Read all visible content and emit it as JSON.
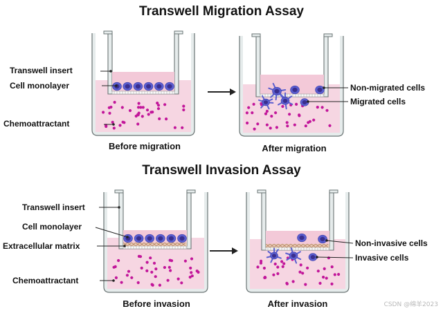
{
  "titles": {
    "migration": "Transwell Migration Assay",
    "invasion": "Transwell Invasion Assay"
  },
  "migration": {
    "left_labels": [
      "Transwell insert",
      "Cell monolayer",
      "Chemoattractant"
    ],
    "right_labels": [
      "Non-migrated cells",
      "Migrated cells"
    ],
    "captions": {
      "before": "Before migration",
      "after": "After migration"
    }
  },
  "invasion": {
    "left_labels": [
      "Transwell insert",
      "Cell monolayer",
      "Extracellular matrix",
      "Chemoattractant"
    ],
    "right_labels": [
      "Non-invasive cells",
      "Invasive cells"
    ],
    "captions": {
      "before": "Before invasion",
      "after": "After invasion"
    }
  },
  "watermark": "CSDN @绵羊2023",
  "colors": {
    "medium": "#f6d6e2",
    "dot": "#c2169a",
    "cell": "#5a5ed0",
    "nucleus": "#3a2e8e",
    "wall": "#e6ecec",
    "wall_stroke": "#6a7474",
    "matrix": "#b07a58",
    "text": "#111111"
  }
}
